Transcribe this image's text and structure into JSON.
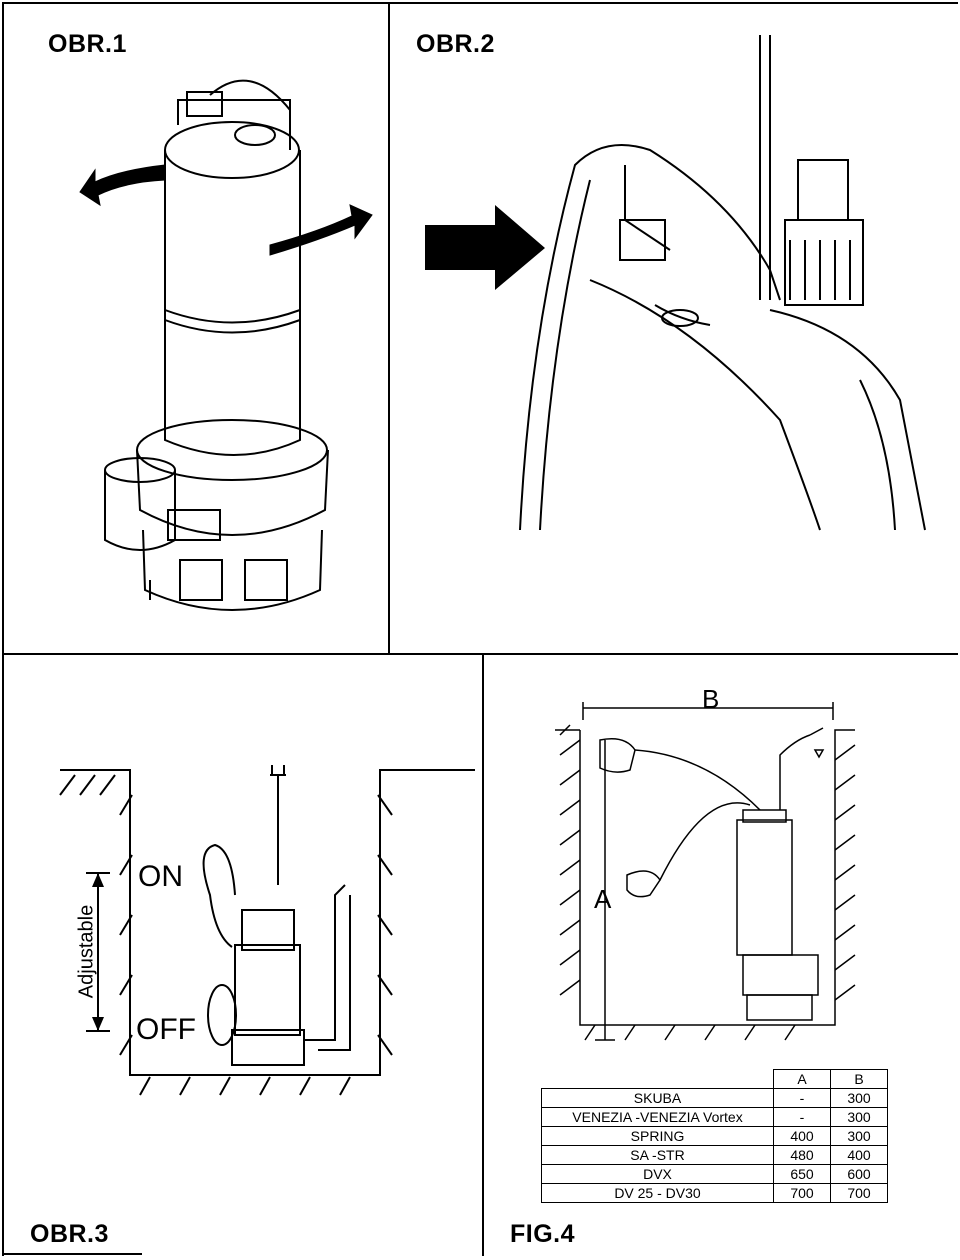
{
  "panels": {
    "obr1": {
      "label": "OBR.1"
    },
    "obr2": {
      "label": "OBR.2"
    },
    "obr3": {
      "label": "OBR.3",
      "on_label": "ON",
      "off_label": "OFF",
      "adjustable_label": "Adjustable"
    },
    "fig4": {
      "label": "FIG.4",
      "dim_a": "A",
      "dim_b": "B"
    }
  },
  "table": {
    "headers": [
      "",
      "A",
      "B"
    ],
    "rows": [
      {
        "name": "SKUBA",
        "a": "-",
        "b": "300"
      },
      {
        "name": "VENEZIA -VENEZIA Vortex",
        "a": "-",
        "b": "300"
      },
      {
        "name": "SPRING",
        "a": "400",
        "b": "300"
      },
      {
        "name": "SA  -STR",
        "a": "480",
        "b": "400"
      },
      {
        "name": "DVX",
        "a": "650",
        "b": "600"
      },
      {
        "name": "DV 25 - DV30",
        "a": "700",
        "b": "700"
      }
    ]
  }
}
